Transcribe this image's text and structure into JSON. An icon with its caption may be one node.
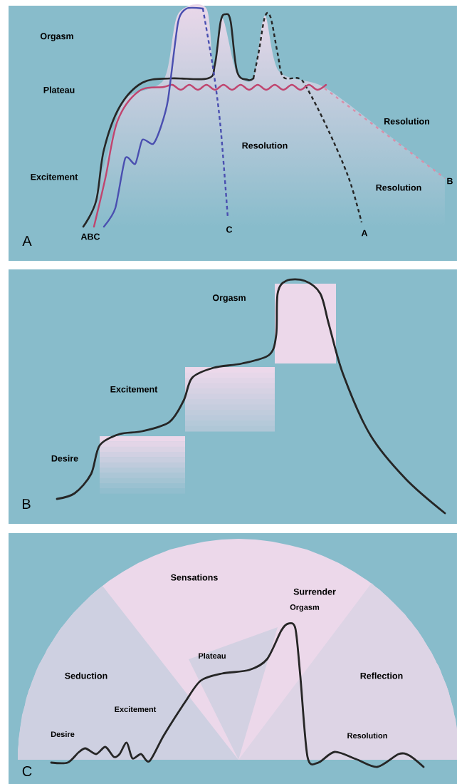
{
  "diagram": {
    "labels": [
      "Orgasm",
      "Plateau",
      "Resolution",
      "Resolution",
      "B",
      "Excitement",
      "Resolution",
      "A",
      "ABC",
      "C",
      "A",
      "Orgasm",
      "Excitement",
      "Desire",
      "B",
      "Sensations",
      "Surrender",
      "Orgasm",
      "Plateau",
      "Seduction",
      "Reflection",
      "Excitement",
      "Desire",
      "Resolution",
      "C"
    ]
  }
}
